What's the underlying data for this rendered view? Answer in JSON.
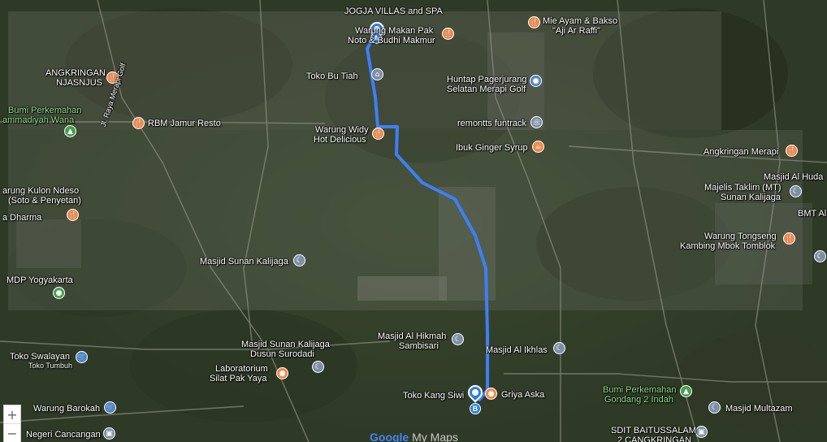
{
  "colors": {
    "route": "#3d7ff5",
    "poi_food": "#f08a4b",
    "poi_mosque": "#7d8fa6",
    "poi_park": "#46a04f",
    "poi_shop": "#4f86c8"
  },
  "labels": {
    "jogja_villas": "JOGJA VILLAS and SPA",
    "warung_makan_1": "Warung Makan Pak",
    "warung_makan_2": "Noto & Budhi Makmur",
    "mie_ayam_1": "Mie Ayam & Bakso",
    "mie_ayam_2": "\"Aji Ar Raffi\"",
    "angkringan_njasnjus_1": "ANGKRINGAN",
    "angkringan_njasnjus_2": "NJASNJUS",
    "toko_bu_tiah": "Toko Bu Tiah",
    "huntap_1": "Huntap Pagerjurang",
    "huntap_2": "Selatan Merapi Golf",
    "bumi_perkemahan_1": "Bumi Perkemahan",
    "bumi_perkemahan_2": "ammadiyah Wana",
    "rbm_jamur": "RBM Jamur Resto",
    "remontts": "remontts funtrack",
    "warung_widy_1": "Warung Widy",
    "warung_widy_2": "Hot Delicious",
    "ibuk_ginger": "Ibuk Ginger Syrup",
    "angkringan_merapi": "Angkringan Merapi",
    "masjid_al_huda": "Masjid Al Huda",
    "majelis_1": "Majelis Taklim (MT)",
    "majelis_2": "Sunan Kalijaga",
    "warung_kulon_1": "arung Kulon Ndeso",
    "warung_kulon_2": "(Soto & Penyetan)",
    "bmt_al_fa": "BMT Al Fa",
    "a_dharma": "a Dharma",
    "warung_tongseng_1": "Warung Tongseng",
    "warung_tongseng_2": "Kambing Mbok Tomblok",
    "masjid_sunan_kalijaga": "Masjid Sunan Kalijaga",
    "mdp_yogyakarta": "MDP Yogyakarta",
    "masjid_al_hikmah_1": "Masjid Al Hikmah",
    "masjid_al_hikmah_2": "Sambisari",
    "masjid_sunan_surodadi_1": "Masjid Sunan Kalijaga",
    "masjid_sunan_surodadi_2": "Dusun Surodadi",
    "masjid_al_ikhlas": "Masjid Al Ikhlas",
    "toko_swalayan": "Toko Swalayan",
    "toko_tumbuh": "Toko Tumbuh",
    "laboratorium_1": "Laboratorium",
    "laboratorium_2": "Silat Pak Yaya",
    "toko_kang_siwi": "Toko Kang Siwi",
    "griya_aska": "Griya Aska",
    "bumi_gondang_1": "Bumi Perkemahan",
    "bumi_gondang_2": "Gondang 2 Indah",
    "masjid_multazam": "Masjid Multazam",
    "warung_barokah": "Warung Barokah",
    "negeri_cancangan": "Negeri Cancangan",
    "sdit_1": "SDIT BAITUSSALAM",
    "sdit_2": "2 CANGKRINGAN",
    "road_merapi_golf": "Jl. Raya Merapi Golf"
  },
  "route_markers": {
    "start": "A",
    "end": "B"
  },
  "zoom": {
    "in": "+",
    "out": "−"
  },
  "logo": {
    "part1": "Google",
    "part2": " My Maps"
  }
}
